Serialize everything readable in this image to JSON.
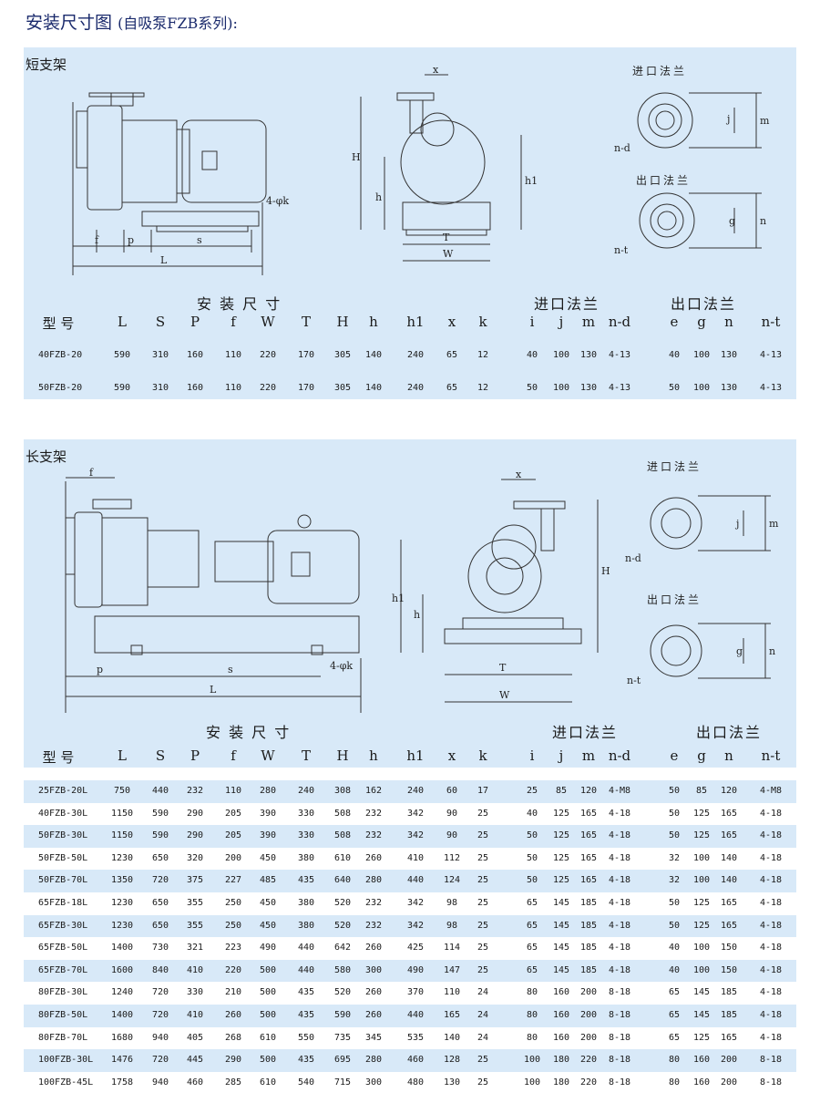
{
  "title": "安装尺寸图",
  "subtitle": "(自吸泵FZB系列):",
  "short": {
    "label": "短支架",
    "inlet_flange": "进口法兰",
    "outlet_flange": "出口法兰",
    "group_dims": "安 装 尺 寸",
    "group_inlet": "进口法兰",
    "group_outlet": "出口法兰",
    "columns": [
      "型 号",
      "L",
      "S",
      "P",
      "f",
      "W",
      "T",
      "H",
      "h",
      "h1",
      "x",
      "k",
      "i",
      "j",
      "m",
      "n-d",
      "e",
      "g",
      "n",
      "n-t"
    ],
    "rows": [
      [
        "40FZB-20",
        "590",
        "310",
        "160",
        "110",
        "220",
        "170",
        "305",
        "140",
        "240",
        "65",
        "12",
        "40",
        "100",
        "130",
        "4-13",
        "40",
        "100",
        "130",
        "4-13"
      ],
      [
        "50FZB-20",
        "590",
        "310",
        "160",
        "110",
        "220",
        "170",
        "305",
        "140",
        "240",
        "65",
        "12",
        "50",
        "100",
        "130",
        "4-13",
        "50",
        "100",
        "130",
        "4-13"
      ]
    ]
  },
  "long": {
    "label": "长支架",
    "inlet_flange": "进口法兰",
    "outlet_flange": "出口法兰",
    "group_dims": "安 装 尺 寸",
    "group_inlet": "进口法兰",
    "group_outlet": "出口法兰",
    "columns": [
      "型 号",
      "L",
      "S",
      "P",
      "f",
      "W",
      "T",
      "H",
      "h",
      "h1",
      "x",
      "k",
      "i",
      "j",
      "m",
      "n-d",
      "e",
      "g",
      "n",
      "n-t"
    ],
    "rows": [
      [
        "25FZB-20L",
        "750",
        "440",
        "232",
        "110",
        "280",
        "240",
        "308",
        "162",
        "240",
        "60",
        "17",
        "25",
        "85",
        "120",
        "4-M8",
        "50",
        "85",
        "120",
        "4-M8"
      ],
      [
        "40FZB-30L",
        "1150",
        "590",
        "290",
        "205",
        "390",
        "330",
        "508",
        "232",
        "342",
        "90",
        "25",
        "40",
        "125",
        "165",
        "4-18",
        "50",
        "125",
        "165",
        "4-18"
      ],
      [
        "50FZB-30L",
        "1150",
        "590",
        "290",
        "205",
        "390",
        "330",
        "508",
        "232",
        "342",
        "90",
        "25",
        "50",
        "125",
        "165",
        "4-18",
        "50",
        "125",
        "165",
        "4-18"
      ],
      [
        "50FZB-50L",
        "1230",
        "650",
        "320",
        "200",
        "450",
        "380",
        "610",
        "260",
        "410",
        "112",
        "25",
        "50",
        "125",
        "165",
        "4-18",
        "32",
        "100",
        "140",
        "4-18"
      ],
      [
        "50FZB-70L",
        "1350",
        "720",
        "375",
        "227",
        "485",
        "435",
        "640",
        "280",
        "440",
        "124",
        "25",
        "50",
        "125",
        "165",
        "4-18",
        "32",
        "100",
        "140",
        "4-18"
      ],
      [
        "65FZB-18L",
        "1230",
        "650",
        "355",
        "250",
        "450",
        "380",
        "520",
        "232",
        "342",
        "98",
        "25",
        "65",
        "145",
        "185",
        "4-18",
        "50",
        "125",
        "165",
        "4-18"
      ],
      [
        "65FZB-30L",
        "1230",
        "650",
        "355",
        "250",
        "450",
        "380",
        "520",
        "232",
        "342",
        "98",
        "25",
        "65",
        "145",
        "185",
        "4-18",
        "50",
        "125",
        "165",
        "4-18"
      ],
      [
        "65FZB-50L",
        "1400",
        "730",
        "321",
        "223",
        "490",
        "440",
        "642",
        "260",
        "425",
        "114",
        "25",
        "65",
        "145",
        "185",
        "4-18",
        "40",
        "100",
        "150",
        "4-18"
      ],
      [
        "65FZB-70L",
        "1600",
        "840",
        "410",
        "220",
        "500",
        "440",
        "580",
        "300",
        "490",
        "147",
        "25",
        "65",
        "145",
        "185",
        "4-18",
        "40",
        "100",
        "150",
        "4-18"
      ],
      [
        "80FZB-30L",
        "1240",
        "720",
        "330",
        "210",
        "500",
        "435",
        "520",
        "260",
        "370",
        "110",
        "24",
        "80",
        "160",
        "200",
        "8-18",
        "65",
        "145",
        "185",
        "4-18"
      ],
      [
        "80FZB-50L",
        "1400",
        "720",
        "410",
        "260",
        "500",
        "435",
        "590",
        "260",
        "440",
        "165",
        "24",
        "80",
        "160",
        "200",
        "8-18",
        "65",
        "145",
        "185",
        "4-18"
      ],
      [
        "80FZB-70L",
        "1680",
        "940",
        "405",
        "268",
        "610",
        "550",
        "735",
        "345",
        "535",
        "140",
        "24",
        "80",
        "160",
        "200",
        "8-18",
        "65",
        "125",
        "165",
        "4-18"
      ],
      [
        "100FZB-30L",
        "1476",
        "720",
        "445",
        "290",
        "500",
        "435",
        "695",
        "280",
        "460",
        "128",
        "25",
        "100",
        "180",
        "220",
        "8-18",
        "80",
        "160",
        "200",
        "8-18"
      ],
      [
        "100FZB-45L",
        "1758",
        "940",
        "460",
        "285",
        "610",
        "540",
        "715",
        "300",
        "480",
        "130",
        "25",
        "100",
        "180",
        "220",
        "8-18",
        "80",
        "160",
        "200",
        "8-18"
      ]
    ]
  },
  "drawing_labels": {
    "f": "f",
    "p": "p",
    "s": "s",
    "L": "L",
    "k": "4-φk",
    "x": "x",
    "H": "H",
    "h": "h",
    "h1": "h1",
    "T": "T",
    "W": "W",
    "j": "j",
    "m": "m",
    "nd": "n-d",
    "g": "g",
    "n": "n",
    "nt": "n-t"
  }
}
